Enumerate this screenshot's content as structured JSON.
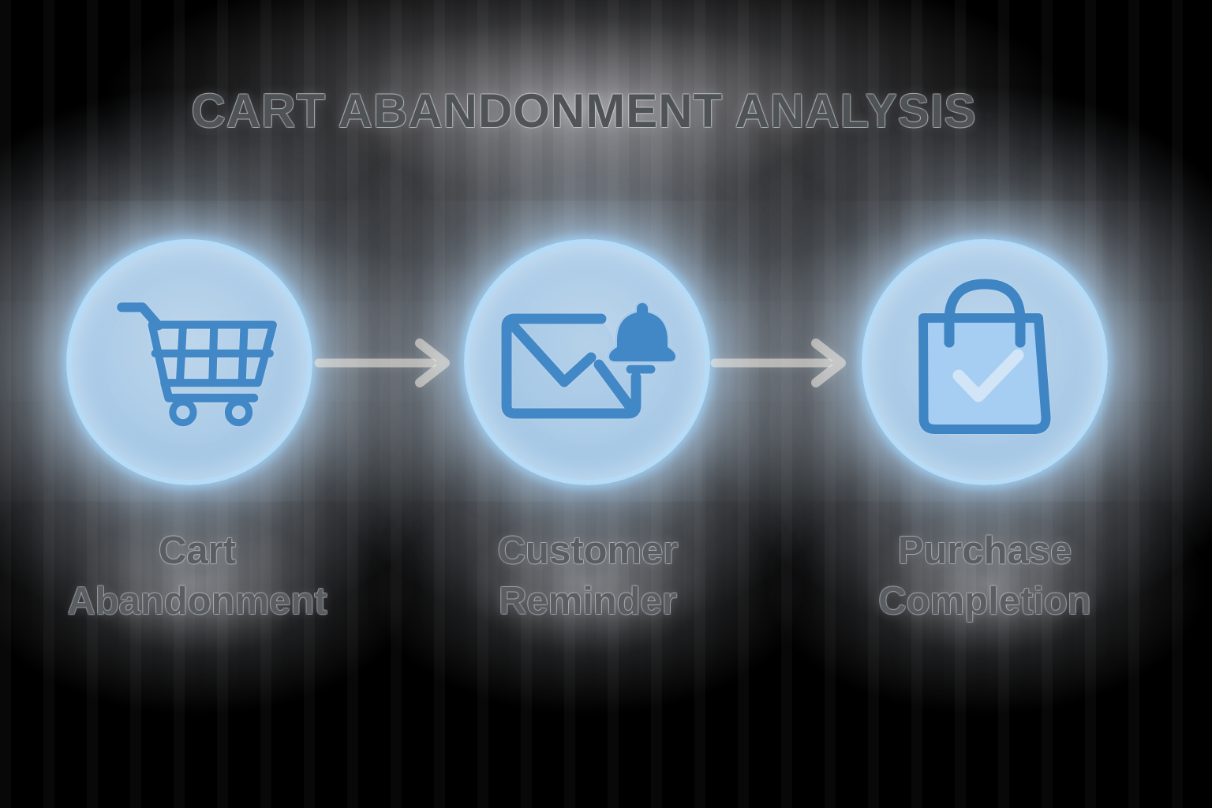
{
  "title": "CART ABANDONMENT ANALYSIS",
  "steps": [
    {
      "icon": "shopping-cart-icon",
      "label_line1": "Cart",
      "label_line2": "Abandonment"
    },
    {
      "icon": "envelope-bell-icon",
      "label_line1": "Customer",
      "label_line2": "Reminder"
    },
    {
      "icon": "shopping-bag-check-icon",
      "label_line1": "Purchase",
      "label_line2": "Completion"
    }
  ],
  "colors": {
    "background": "#000000",
    "node-fill": "#aac9e5",
    "node-ring": "#b6dbf7",
    "icon-blue": "#4287c6",
    "icon-blue-dark": "#3f85c3",
    "bag-fill": "#a6cef2",
    "check-light": "#dcebf7",
    "text-gray": "#5a5e62",
    "title-gray": "#505356",
    "arrow-light": "#efe9df"
  }
}
